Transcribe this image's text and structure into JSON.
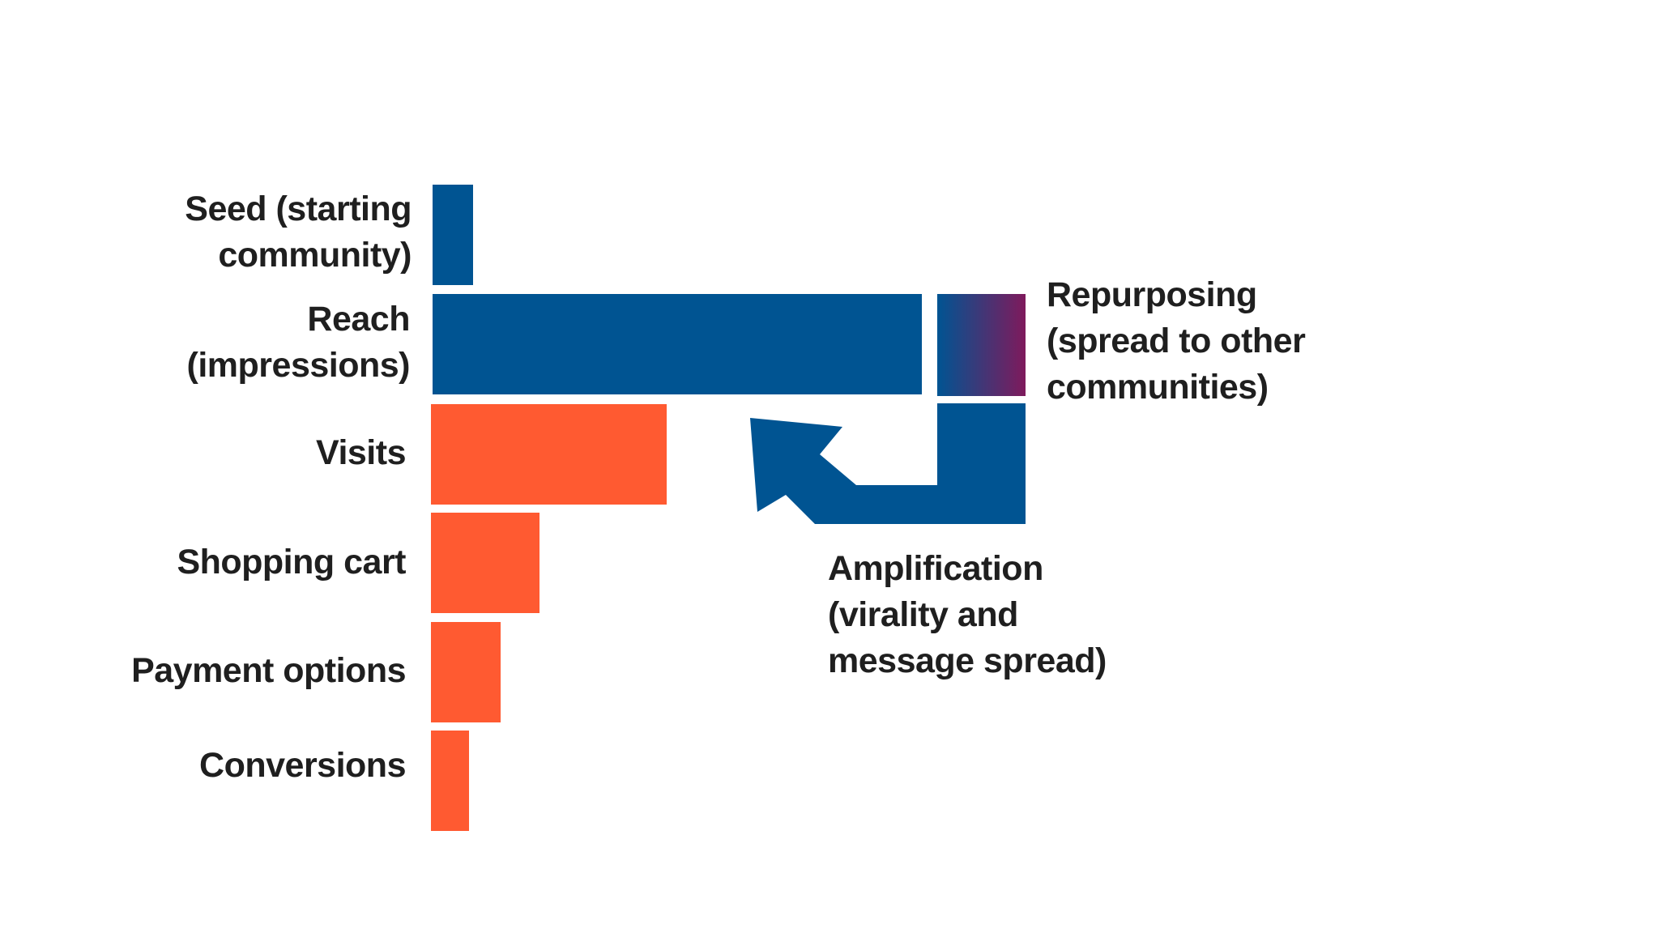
{
  "colors": {
    "blue": "#005492",
    "orange": "#ff5a31",
    "magenta": "#7f1a5c",
    "text": "#1f1f1f",
    "background": "#ffffff"
  },
  "stages": [
    {
      "key": "seed",
      "lines": [
        "Seed (starting",
        "community)"
      ],
      "relative_value": 0.08,
      "color": "blue"
    },
    {
      "key": "reach",
      "lines": [
        "Reach",
        "(impressions)"
      ],
      "relative_value": 1.0,
      "color": "blue"
    },
    {
      "key": "visits",
      "lines": [
        "Visits"
      ],
      "relative_value": 0.48,
      "color": "orange"
    },
    {
      "key": "shopping-cart",
      "lines": [
        "Shopping cart"
      ],
      "relative_value": 0.22,
      "color": "orange"
    },
    {
      "key": "payment-options",
      "lines": [
        "Payment options"
      ],
      "relative_value": 0.14,
      "color": "orange"
    },
    {
      "key": "conversions",
      "lines": [
        "Conversions"
      ],
      "relative_value": 0.08,
      "color": "orange"
    }
  ],
  "repurposing": {
    "lines": [
      "Repurposing",
      "(spread to other",
      "communities)"
    ],
    "gradient": [
      "blue",
      "magenta"
    ]
  },
  "amplification": {
    "lines": [
      "Amplification",
      "(virality and",
      "message spread)"
    ],
    "arrow_icon": "curved-return-arrow-icon",
    "color": "blue"
  }
}
